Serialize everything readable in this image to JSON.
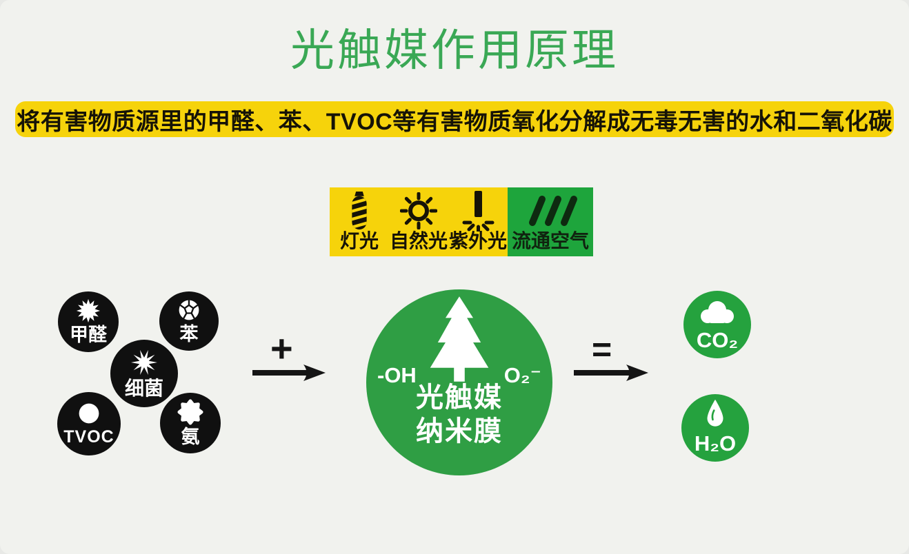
{
  "title": {
    "text": "光触媒作用原理"
  },
  "banner": {
    "text": "将有害物质源里的甲醛、苯、TVOC等有害物质氧化分解成无毒无害的水和二氧化碳"
  },
  "light_sources": {
    "items": [
      {
        "label": "灯光",
        "icon": "cfl-bulb-icon"
      },
      {
        "label": "自然光",
        "icon": "sun-icon"
      },
      {
        "label": "紫外光",
        "icon": "uv-light-icon"
      }
    ],
    "air_item": {
      "label": "流通空气",
      "icon": "air-flow-icon"
    }
  },
  "pollutants": {
    "items": [
      {
        "label": "甲醛",
        "icon": "spiky-star-icon"
      },
      {
        "label": "苯",
        "icon": "molecule-ball-icon"
      },
      {
        "label": "细菌",
        "icon": "bacteria-burst-icon"
      },
      {
        "label": "TVOC",
        "icon": "particle-dot-icon"
      },
      {
        "label": "氨",
        "icon": "gear-star-icon"
      }
    ]
  },
  "operators": {
    "plus": "+",
    "equals": "="
  },
  "catalyst": {
    "radical_left": "-OH",
    "radical_right": "O₂⁻",
    "name_line1": "光触媒",
    "name_line2": "纳米膜",
    "icon": "pine-tree-icon"
  },
  "products": {
    "co2": {
      "label": "CO₂",
      "icon": "cloud-icon"
    },
    "h2o": {
      "label": "H₂O",
      "icon": "water-drop-icon"
    }
  },
  "colors": {
    "background": "#f1f2ee",
    "title_green": "#3aa855",
    "banner_yellow": "#f6d30b",
    "strip_green": "#1ea53c",
    "catalyst_green": "#2f9e44",
    "product_green": "#25a23e",
    "pollutant_black": "#101010"
  }
}
